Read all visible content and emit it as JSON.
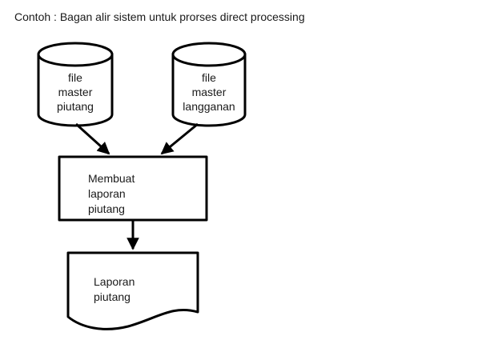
{
  "diagram": {
    "title": "Contoh : Bagan alir sistem untuk prorses direct processing",
    "type": "flowchart",
    "nodes": [
      {
        "id": "file-master-piutang",
        "shape": "cylinder",
        "role": "stored-data",
        "lines": [
          "file",
          "master",
          "piutang"
        ],
        "line1": "file",
        "line2": "master",
        "line3": "piutang"
      },
      {
        "id": "file-master-langganan",
        "shape": "cylinder",
        "role": "stored-data",
        "lines": [
          "file",
          "master",
          "langganan"
        ],
        "line1": "file",
        "line2": "master",
        "line3": "langganan"
      },
      {
        "id": "membuat-laporan-piutang",
        "shape": "rectangle",
        "role": "process",
        "lines": [
          "Membuat",
          "laporan",
          "piutang"
        ],
        "line1": "Membuat",
        "line2": "laporan",
        "line3": "piutang"
      },
      {
        "id": "laporan-piutang",
        "shape": "document",
        "role": "document-output",
        "lines": [
          "Laporan",
          "piutang"
        ],
        "line1": "Laporan",
        "line2": "piutang"
      }
    ],
    "edges": [
      {
        "id": "edge-piutang-to-process",
        "from": "file-master-piutang",
        "to": "membuat-laporan-piutang",
        "style": "arrow"
      },
      {
        "id": "edge-langganan-to-process",
        "from": "file-master-langganan",
        "to": "membuat-laporan-piutang",
        "style": "arrow"
      },
      {
        "id": "edge-process-to-document",
        "from": "membuat-laporan-piutang",
        "to": "laporan-piutang",
        "style": "arrow"
      }
    ],
    "colors": {
      "stroke": "#000000",
      "fill": "#ffffff",
      "text": "#1a1a1a",
      "background": "#ffffff"
    }
  }
}
